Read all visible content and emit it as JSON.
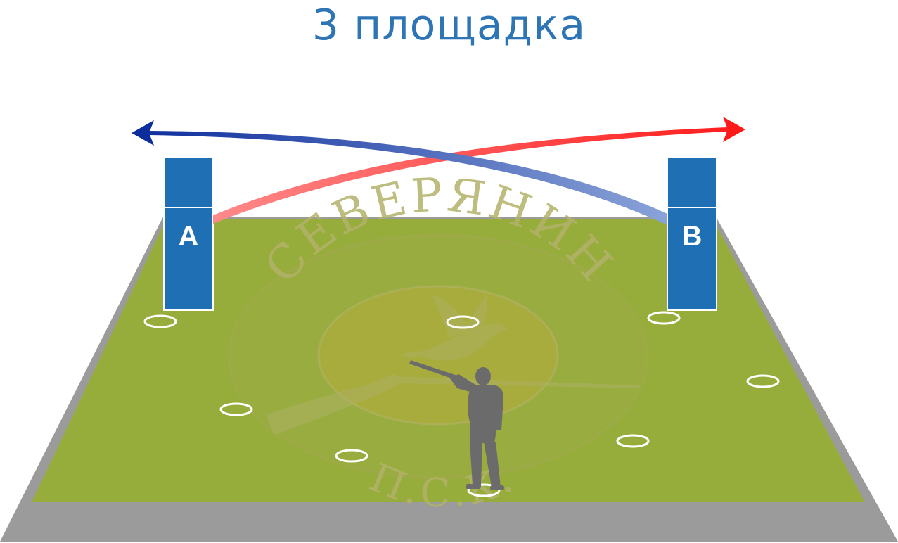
{
  "title": "3 площадка",
  "colors": {
    "title": "#2e75b6",
    "field": "#97ad3b",
    "field_shadow": "#9b9b9b",
    "house": "#1f6fb4",
    "house_border": "#ffffff",
    "arrow_red": "#ff1a1a",
    "arrow_blue": "#0d2d9c",
    "station_ring": "#ffffff",
    "shooter": "#6b6b6b",
    "logo_ring": "#a0a850",
    "logo_text": "#b3b26a",
    "logo_center": "#b0ad3c"
  },
  "houses": {
    "left": {
      "label": "A"
    },
    "right": {
      "label": "B"
    }
  },
  "logo": {
    "top_text": "СЕВЕРЯНИН",
    "bottom_text": "П.С.К.",
    "icons": [
      "dove-icon",
      "rifle-icon"
    ]
  },
  "stations": {
    "count": 8
  },
  "shooter": {
    "icon": "shooter-silhouette-icon"
  },
  "trajectories": [
    {
      "from": "A",
      "to": "right",
      "color": "red"
    },
    {
      "from": "B",
      "to": "left",
      "color": "blue"
    }
  ]
}
